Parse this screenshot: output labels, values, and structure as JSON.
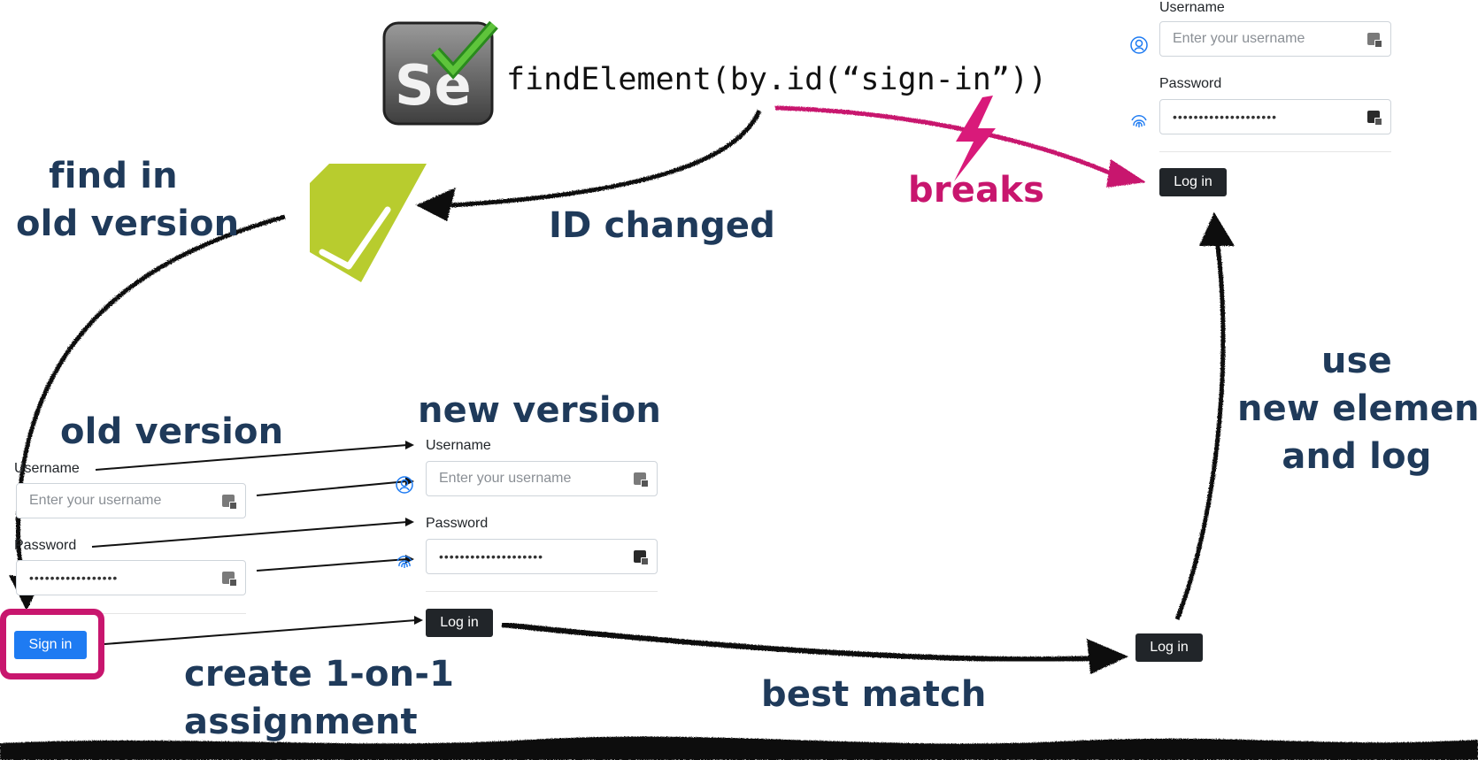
{
  "code": {
    "text": "findElement(by.id(“sign-in”))"
  },
  "labels": {
    "find_in_line1": "find in",
    "find_in_line2": "old version",
    "id_changed": "ID changed",
    "breaks": "breaks",
    "old_version": "old version",
    "new_version": "new version",
    "use_line1": "use",
    "use_line2": "new element",
    "use_line3": "and log",
    "create_line1": "create 1-on-1",
    "create_line2": "assignment",
    "best_match": "best match"
  },
  "forms": {
    "username_label": "Username",
    "password_label": "Password",
    "username_placeholder": "Enter your username",
    "password_masked": "••••••••••••••••••••",
    "old_password_masked": "•••••••••••••••••",
    "login_button": "Log in",
    "signin_button": "Sign in"
  },
  "icons": [
    "selenium-logo",
    "healenium-logo",
    "user-icon",
    "fingerprint-icon",
    "keyboard-icon",
    "lightning-icon"
  ],
  "colors": {
    "navy": "#1f3a5a",
    "magenta": "#c8166e",
    "lime": "#b8cc2e",
    "button_dark": "#212529",
    "button_blue": "#1e7bf2"
  }
}
